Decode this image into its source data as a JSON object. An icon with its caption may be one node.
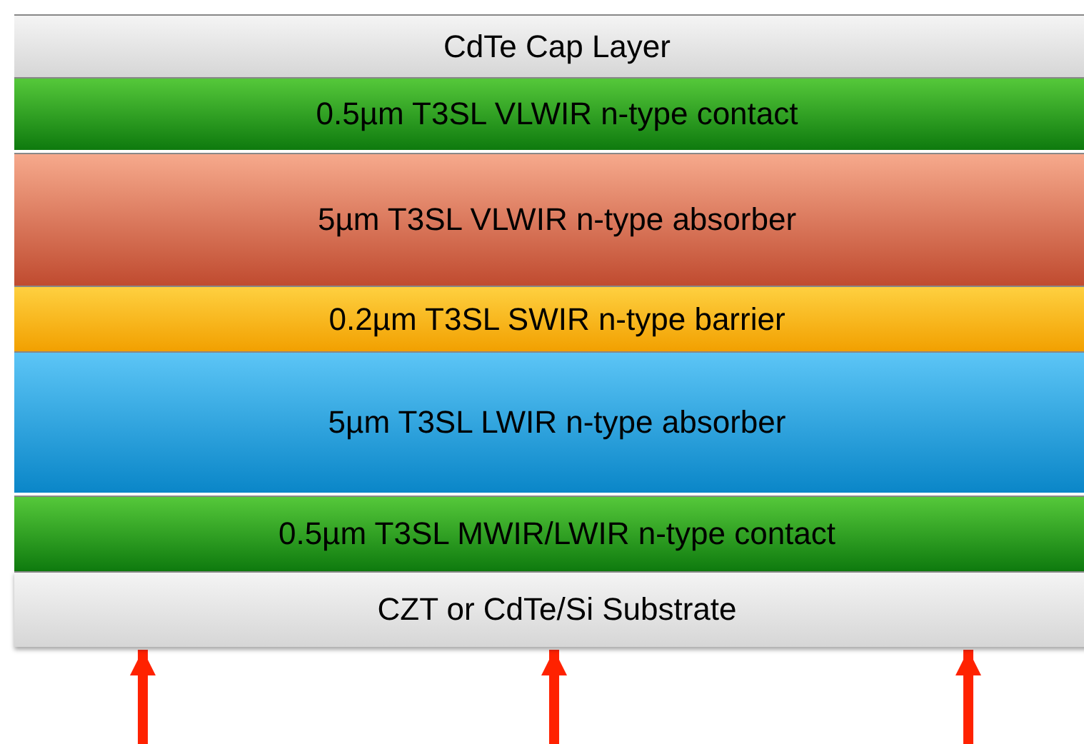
{
  "diagram": {
    "nodes": [
      {
        "text": [
          "CdTe Cap Layer"
        ]
      },
      {
        "text": [
          "0.5µm T3SL VLWIR n-type contact"
        ]
      },
      {
        "text": [
          "5µm T3SL VLWIR n-type absorber"
        ]
      },
      {
        "text": [
          "0.2µm T3SL SWIR n-type barrier"
        ]
      },
      {
        "text": [
          "5µm T3SL LWIR n-type absorber"
        ]
      },
      {
        "text": [
          "0.5µm T3SL MWIR/LWIR n-type contact"
        ]
      },
      {
        "text": [
          "CZT or CdTe/Si Substrate"
        ]
      }
    ],
    "edges": [
      {
        "from": null,
        "to": 6,
        "arrow": "to"
      },
      {
        "from": null,
        "to": 6,
        "arrow": "to"
      },
      {
        "from": null,
        "to": 6,
        "arrow": "to"
      }
    ]
  }
}
